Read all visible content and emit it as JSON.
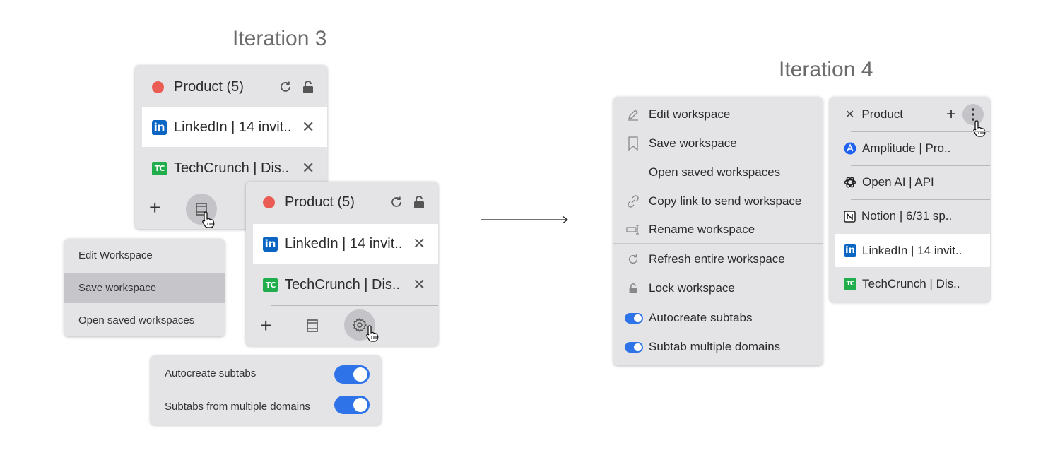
{
  "iteration3": {
    "heading": "Iteration 3",
    "panel_a": {
      "title": "Product (5)",
      "tabs": [
        {
          "label": "LinkedIn | 14 invit..",
          "icon": "linkedin-icon"
        },
        {
          "label": "TechCrunch | Dis..",
          "icon": "techcrunch-icon"
        }
      ]
    },
    "panel_b": {
      "title": "Product (5)",
      "tabs": [
        {
          "label": "LinkedIn | 14 invit..",
          "icon": "linkedin-icon"
        },
        {
          "label": "TechCrunch | Dis..",
          "icon": "techcrunch-icon"
        }
      ]
    },
    "workspace_menu": {
      "items": [
        "Edit Workspace",
        "Save workspace",
        "Open saved workspaces"
      ],
      "selected": "Save workspace"
    },
    "settings_menu": {
      "items": [
        {
          "label": "Autocreate subtabs",
          "on": true
        },
        {
          "label": "Subtabs from multiple domains",
          "on": true
        }
      ]
    }
  },
  "iteration4": {
    "heading": "Iteration 4",
    "menu": {
      "items": [
        {
          "label": "Edit workspace",
          "icon": "pencil-icon"
        },
        {
          "label": "Save workspace",
          "icon": "bookmark-icon"
        },
        {
          "label": "Open saved workspaces",
          "icon": ""
        },
        {
          "label": "Copy link to send workspace",
          "icon": "link-icon"
        },
        {
          "label": "Rename workspace",
          "icon": "rename-icon"
        },
        {
          "label": "Refresh entire workspace",
          "icon": "refresh-icon"
        },
        {
          "label": "Lock workspace",
          "icon": "lock-icon"
        },
        {
          "label": "Autocreate subtabs",
          "icon": "toggle-on"
        },
        {
          "label": "Subtab multiple domains",
          "icon": "toggle-on"
        }
      ]
    },
    "panel": {
      "title": "Product",
      "tabs": [
        {
          "label": "Amplitude | Pro..",
          "icon": "amplitude-icon"
        },
        {
          "label": "Open AI | API",
          "icon": "openai-icon"
        },
        {
          "label": "Notion | 6/31 sp..",
          "icon": "notion-icon"
        },
        {
          "label": "LinkedIn | 14 invit..",
          "icon": "linkedin-icon"
        },
        {
          "label": "TechCrunch | Dis..",
          "icon": "techcrunch-icon"
        }
      ]
    }
  },
  "colors": {
    "panel_bg": "#e4e4e7",
    "record_red": "#eb5d54",
    "toggle_blue": "#2f73e8",
    "linkedin_blue": "#0a66c2",
    "techcrunch_green": "#1fae4b"
  }
}
